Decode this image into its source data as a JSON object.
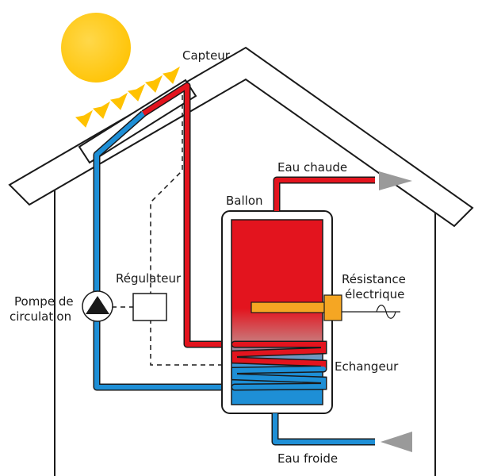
{
  "labels": {
    "collector": "Capteur",
    "tank": "Ballon",
    "hot_water": "Eau chaude",
    "cold_water": "Eau froide",
    "resistance_line1": "Résistance",
    "resistance_line2": "électrique",
    "controller": "Régulateur",
    "pump_line1": "Pompe de",
    "pump_line2": "circulation",
    "exchanger": "Echangeur"
  },
  "colors": {
    "hot": "#e3141e",
    "cold": "#1e8fd6",
    "sun": "#ffc800",
    "heater": "#f5a623",
    "outline": "#1a1a1a",
    "arrow": "#9a9a9a"
  },
  "icons": {
    "sun": "sun-icon",
    "pump": "pump-icon",
    "ac_supply": "ac-sine-icon"
  }
}
